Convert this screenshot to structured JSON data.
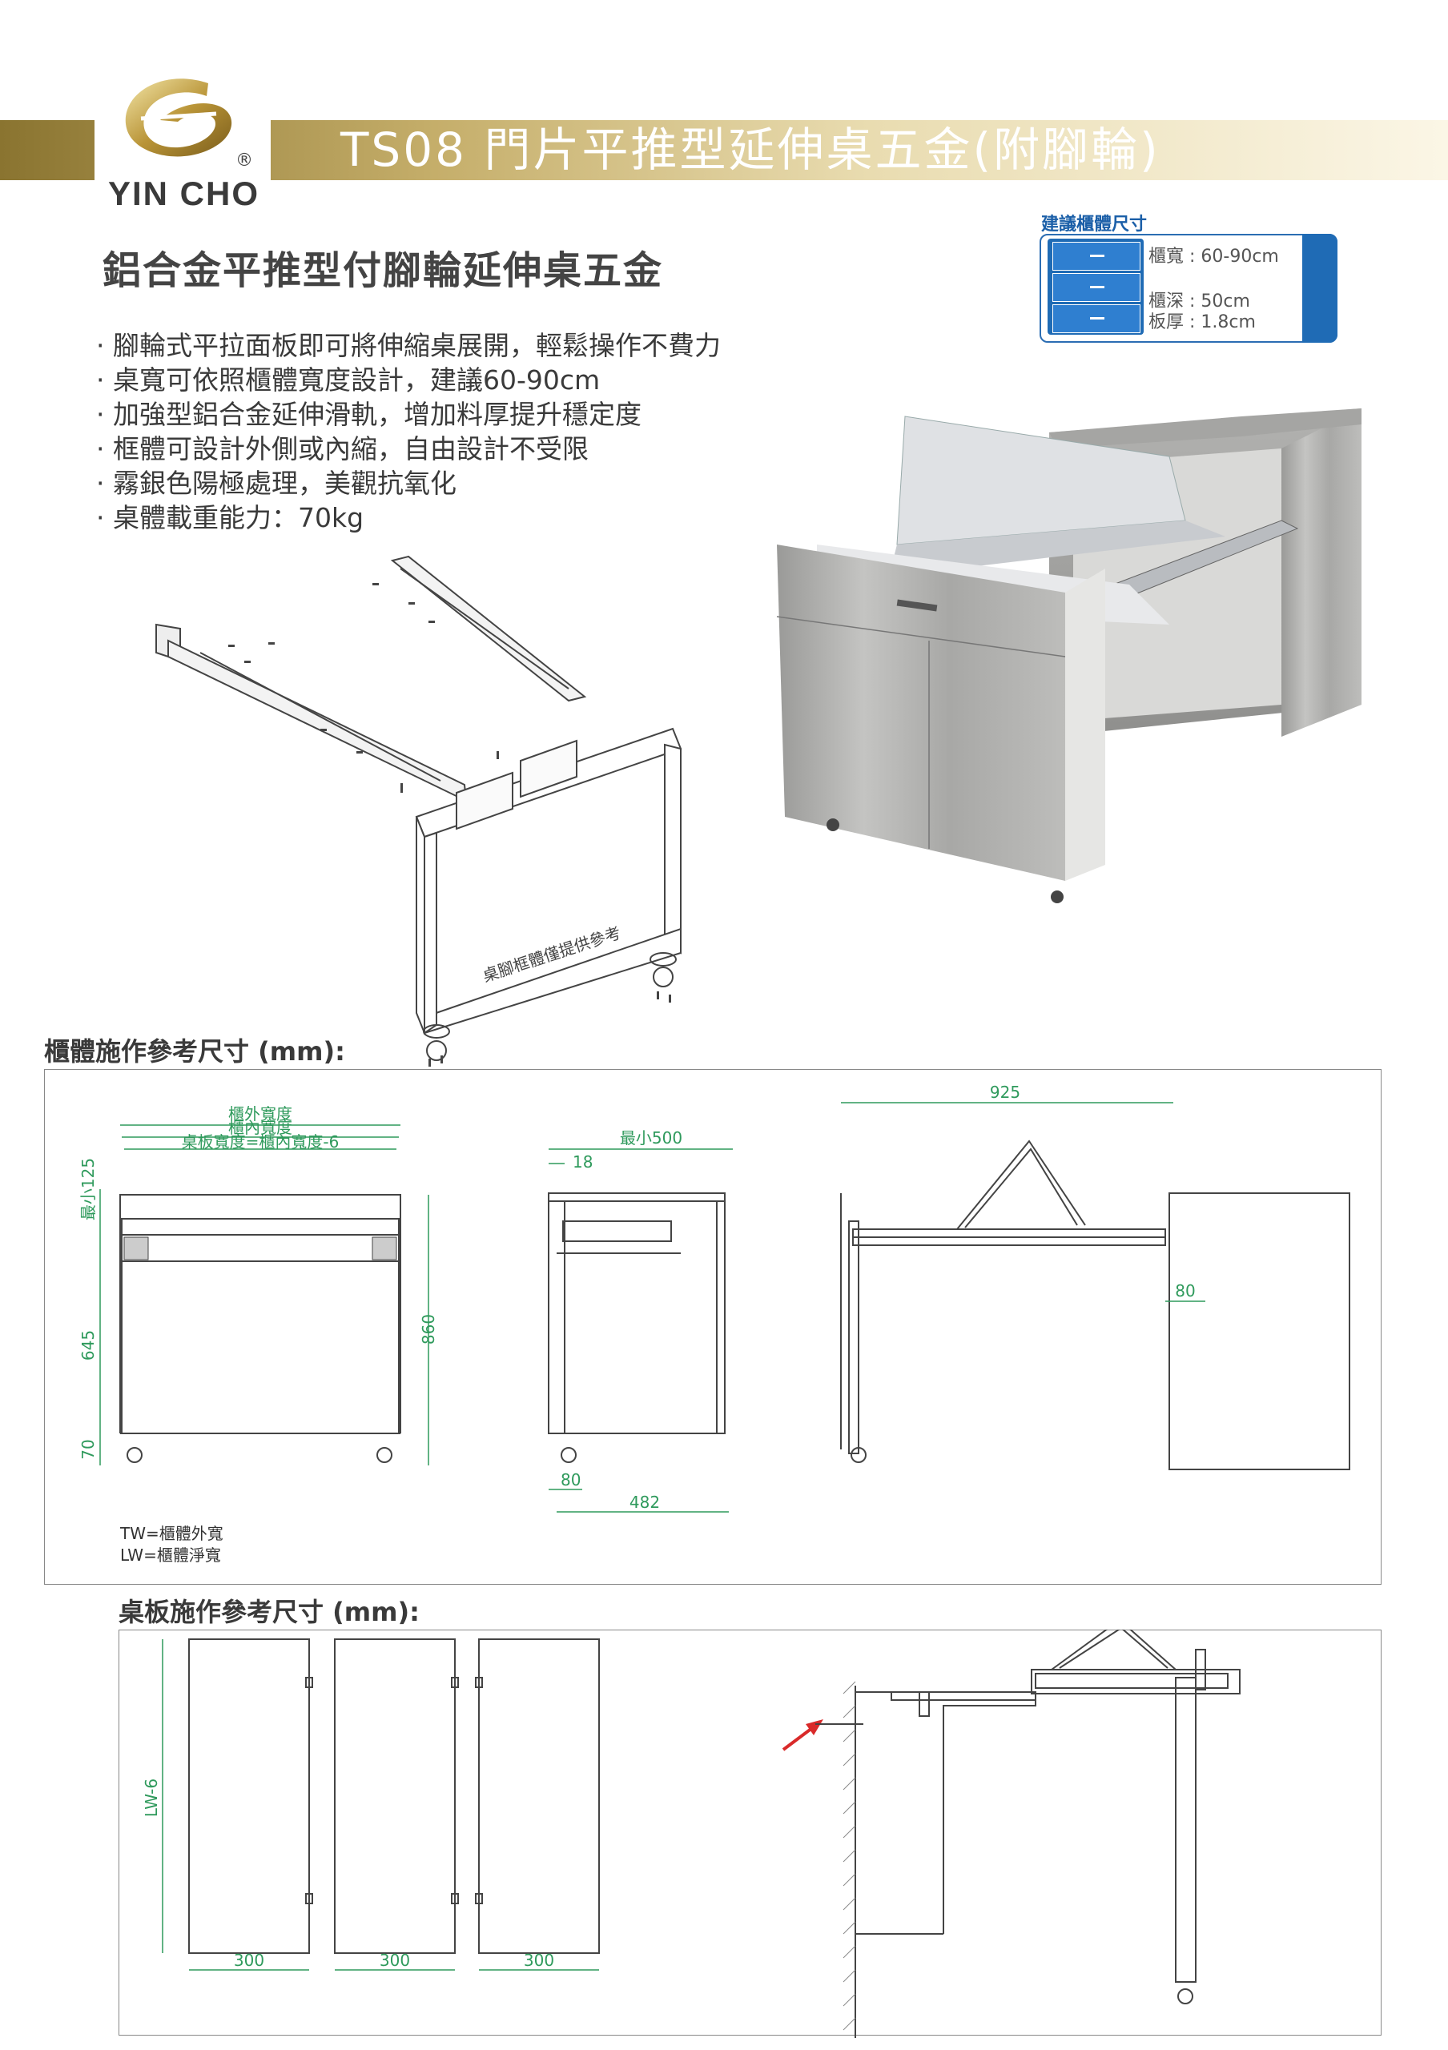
{
  "header": {
    "brand": "YIN CHO",
    "registered": "®",
    "title": "TS08 門片平推型延伸桌五金(附腳輪)"
  },
  "subtitle": "鋁合金平推型付腳輪延伸桌五金",
  "features": [
    "· 腳輪式平拉面板即可將伸縮桌展開，輕鬆操作不費力",
    "· 桌寬可依照櫃體寬度設計，建議60-90cm",
    "· 加強型鋁合金延伸滑軌，增加料厚提升穩定度",
    "· 框體可設計外側或內縮，自由設計不受限",
    "· 霧銀色陽極處理，美觀抗氧化",
    "· 桌體載重能力：70kg"
  ],
  "spec": {
    "title": "建議櫃體尺寸",
    "width": "櫃寬 : 60-90cm",
    "depth": "櫃深 : 50cm",
    "thickness": "板厚 : 1.8cm"
  },
  "exploded_note": "桌腳框體僅提供參考",
  "cabinet_section": {
    "title": "櫃體施作參考尺寸 (mm):",
    "front": {
      "outer_width": "櫃外寬度",
      "inner_width": "櫃內寬度",
      "board_width": "桌板寬度=櫃內寬度-6",
      "min125": "最小125",
      "h645": "645",
      "h70": "70",
      "h860": "860"
    },
    "side": {
      "min500": "最小500",
      "d18": "18",
      "d80": "80",
      "d482": "482"
    },
    "extended": {
      "d925": "925",
      "d80": "80"
    },
    "legend": [
      "TW=櫃體外寬",
      "LW=櫃體淨寬"
    ]
  },
  "board_section": {
    "title": "桌板施作參考尺寸 (mm):",
    "height_label": "LW-6",
    "panel_widths": [
      "300",
      "300",
      "300"
    ]
  }
}
